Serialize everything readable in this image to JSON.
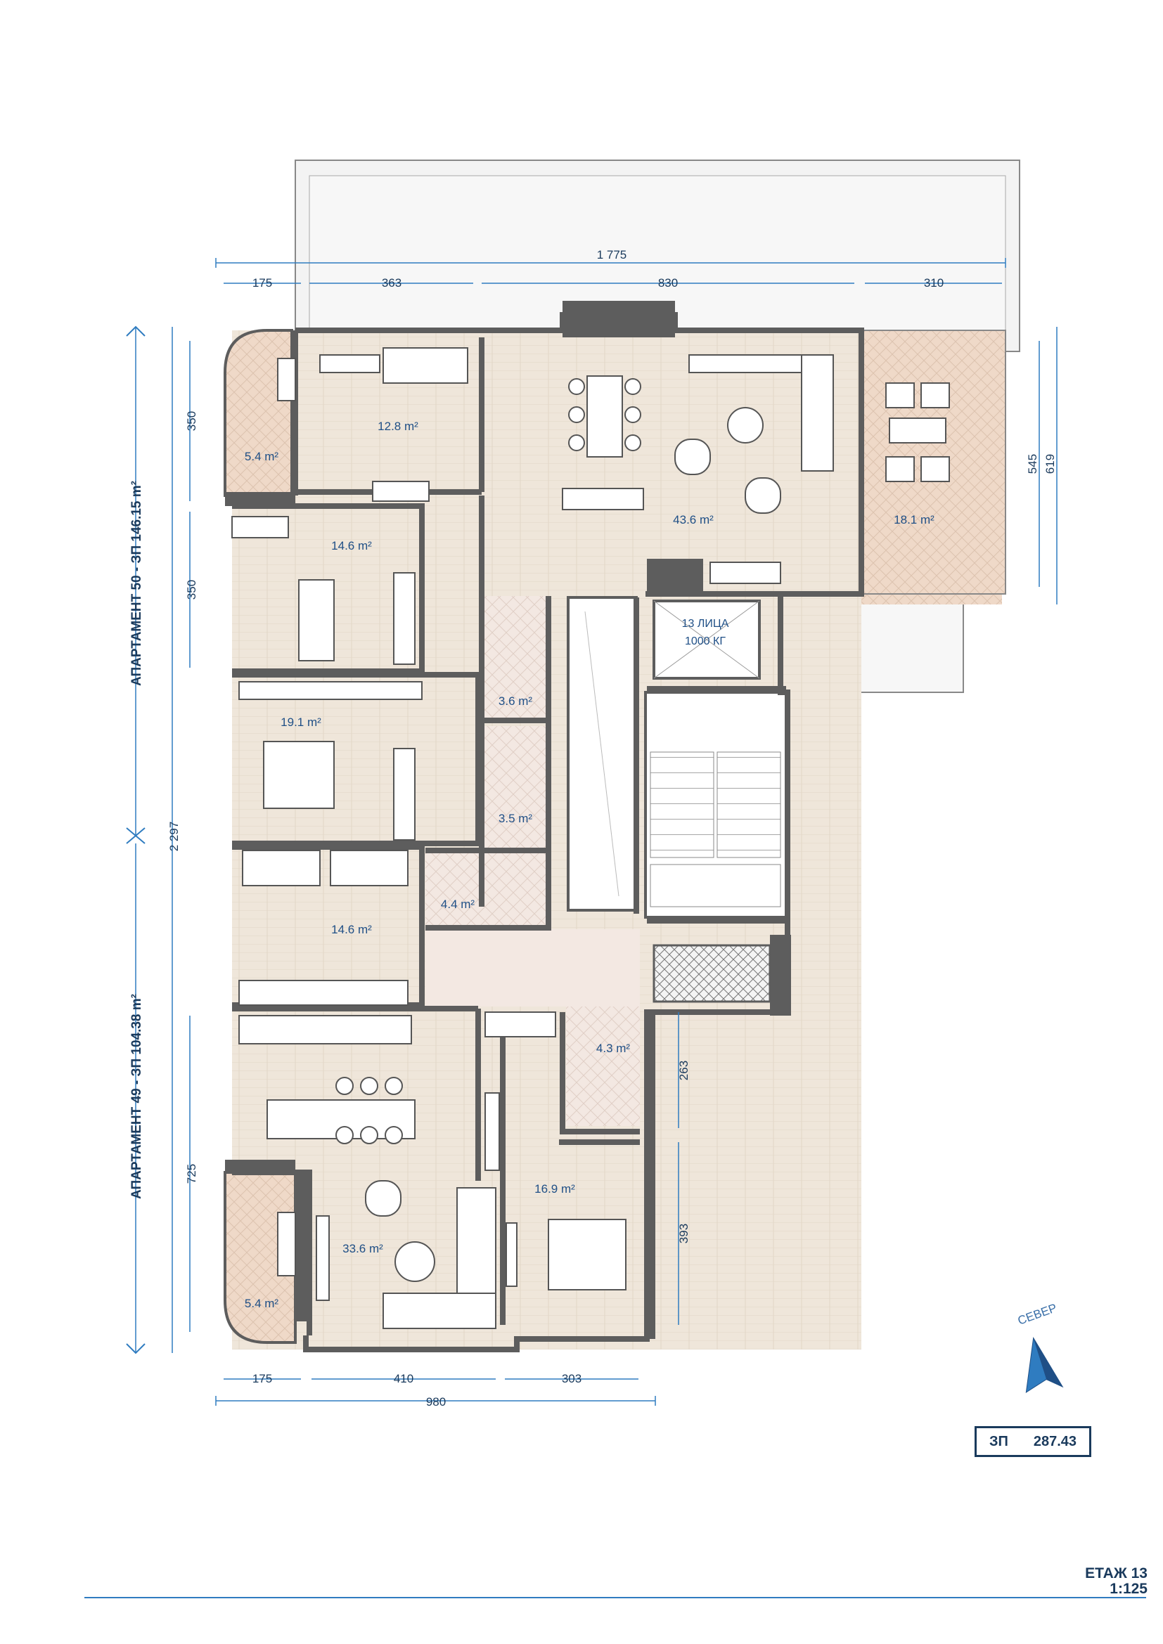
{
  "colors": {
    "wall": "#5d5d5d",
    "floor_living": "#efe6da",
    "floor_wet": "#f3e8e2",
    "terrace": "#efd9c8",
    "dimension": "#2f7cc0",
    "text_dark": "#1a3a5c",
    "text_room": "#1f4f86"
  },
  "dimensions": {
    "top_total": "1 775",
    "top_segments": [
      "175",
      "363",
      "830",
      "310"
    ],
    "bottom_total": "980",
    "bottom_segments": [
      "175",
      "410",
      "303"
    ],
    "left_overall": "2 297",
    "left_segments": [
      "350",
      "350",
      "725"
    ],
    "right_upper": [
      "545",
      "619"
    ],
    "right_lower": [
      "263",
      "393"
    ]
  },
  "apartments": {
    "upper": "АПАРТАМЕНТ 50 - ЗП 146.15 m²",
    "lower": "АПАРТАМЕНТ 49 - ЗП 104.38 m²"
  },
  "rooms": {
    "terrace_upper_left": "5.4 m²",
    "bedroom_1": "12.8 m²",
    "living_upper": "43.6 m²",
    "terrace_right": "18.1 m²",
    "bedroom_2": "14.6 m²",
    "bathroom_1": "3.6 m²",
    "master_bedroom": "19.1 m²",
    "bathroom_2": "3.5 m²",
    "bathroom_3": "4.4 m²",
    "bedroom_3": "14.6 m²",
    "bathroom_4": "4.3 m²",
    "living_lower": "33.6 m²",
    "bedroom_4": "16.9 m²",
    "terrace_lower_left": "5.4 m²"
  },
  "elevator": {
    "line1": "13 ЛИЦА",
    "line2": "1000 КГ"
  },
  "north_label": "СЕВЕР",
  "area_tag": {
    "label": "ЗП",
    "value": "287.43"
  },
  "floor": {
    "name": "ЕТАЖ 13",
    "scale": "1:125"
  }
}
